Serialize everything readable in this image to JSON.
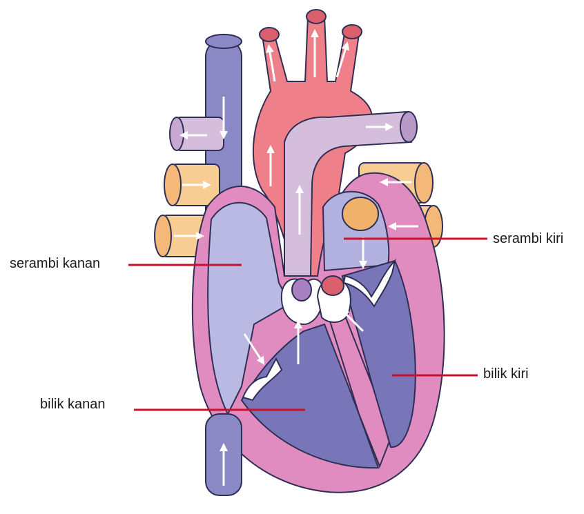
{
  "diagram": {
    "colors": {
      "vein_blue": "#8b88c6",
      "aorta_red": "#ef7f88",
      "pulmonary_lilac": "#d4bedc",
      "pulmonary_vein_orange": "#f7cd94",
      "outer_wall_pink": "#e18cc0",
      "right_atrium": "#b9b9e3",
      "ventricle": "#7876b8",
      "left_atrium": "#b2b1df",
      "valve_white": "#ffffff",
      "leader_line": "#c8102e"
    },
    "labels": {
      "right_atrium": "serambi kanan",
      "left_atrium": "serambi kiri",
      "right_ventricle": "bilik kanan",
      "left_ventricle": "bilik kiri"
    }
  }
}
